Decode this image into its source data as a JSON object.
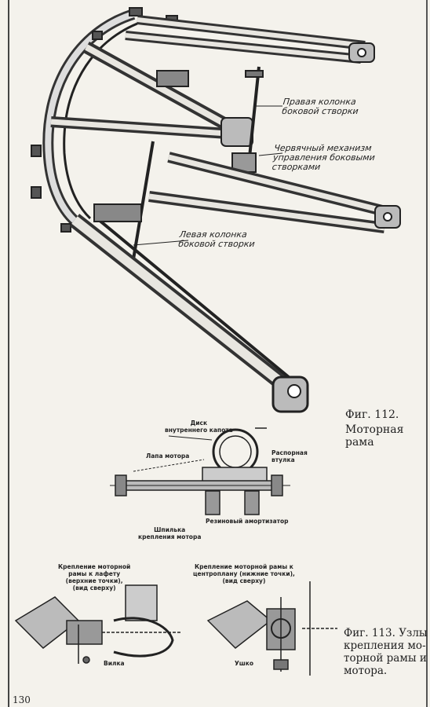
{
  "fig112": {
    "labels": {
      "right_column": "Правая колонка\nбоковой створки",
      "worm_mechanism": "Червячный механизм\nуправления боковыми\nстворками",
      "left_column": "Левая колонка\nбоковой створки"
    },
    "caption_line1": "Фиг. 112.",
    "caption_line2": "Моторная рама"
  },
  "fig113": {
    "labels": {
      "inner_cowl_disk": "Диск\nвнутреннего капота",
      "motor_paw": "Лапа мотора",
      "spacer_sleeve": "Распорная\nвтулка",
      "rubber_damper": "Резиновый амортизатор",
      "motor_stud": "Шпилька\nкрепления мотора",
      "upper_mount": "Крепление моторной\nрамы к лафету\n(верхние точки),\n(вид сверху)",
      "lower_mount": "Крепление моторной рамы к\nцентроплану (нижние точки),\n(вид сверху)",
      "fork": "Вилка",
      "eye": "Ушко"
    },
    "caption": "Фиг. 113. Узлы\nкрепления мо-\nторной рамы и\nмотора."
  },
  "page_number": "130"
}
